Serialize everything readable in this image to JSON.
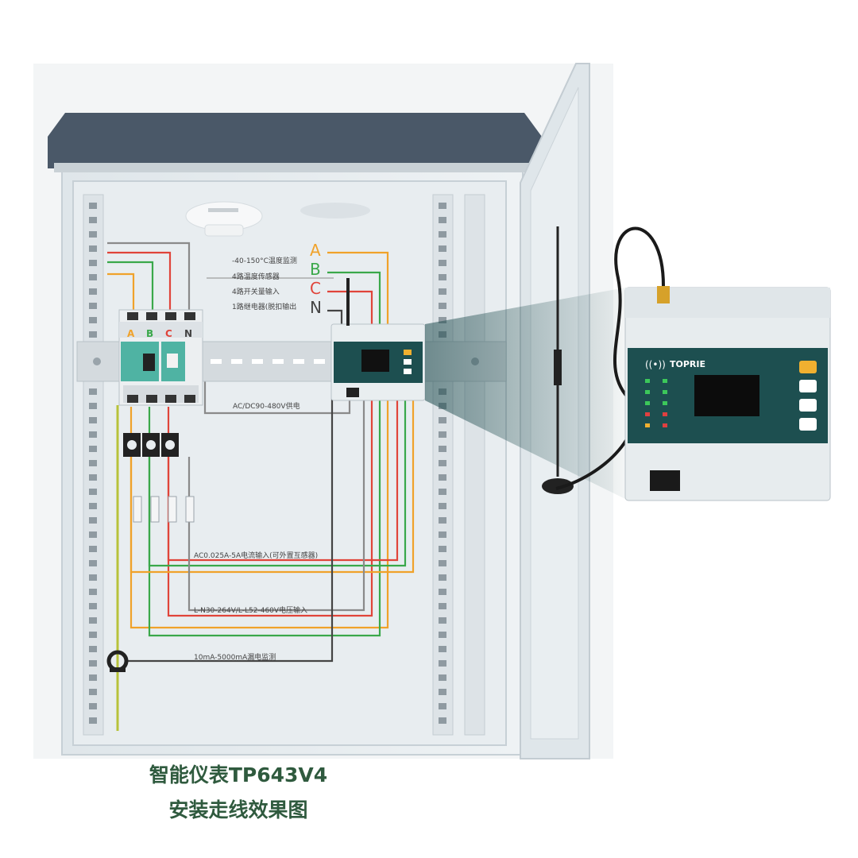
{
  "phases": [
    {
      "label": "A",
      "color": "#f0a22a"
    },
    {
      "label": "B",
      "color": "#3aa84a"
    },
    {
      "label": "C",
      "color": "#e0443a"
    },
    {
      "label": "N",
      "color": "#444444"
    }
  ],
  "breaker": {
    "labels": [
      "A",
      "B",
      "C",
      "N"
    ]
  },
  "labels": {
    "temp_monitor": "-40-150°C温度监测",
    "temp_sensor": "4路温度传感器",
    "switch_input": "4路开关量输入",
    "relay_output": "1路继电器(脱扣输出",
    "power_supply": "AC/DC90-480V供电",
    "current_input": "AC0.025A-5A电流输入(可外置互感器)",
    "voltage_input": "L-N30-264V/L-L52-460V电压输入",
    "leakage": "10mA-5000mA漏电监测"
  },
  "device": {
    "brand": "TOPRIE"
  },
  "caption": {
    "line1": "智能仪表TP643V4",
    "line2": "安装走线效果图"
  },
  "colors": {
    "caption": "#2f5a3e",
    "cabinet_top": "#4a5868",
    "device_panel": "#1d4f50",
    "led_green": "#3cc85a",
    "led_red": "#e04040",
    "led_yellow": "#f0b030"
  }
}
